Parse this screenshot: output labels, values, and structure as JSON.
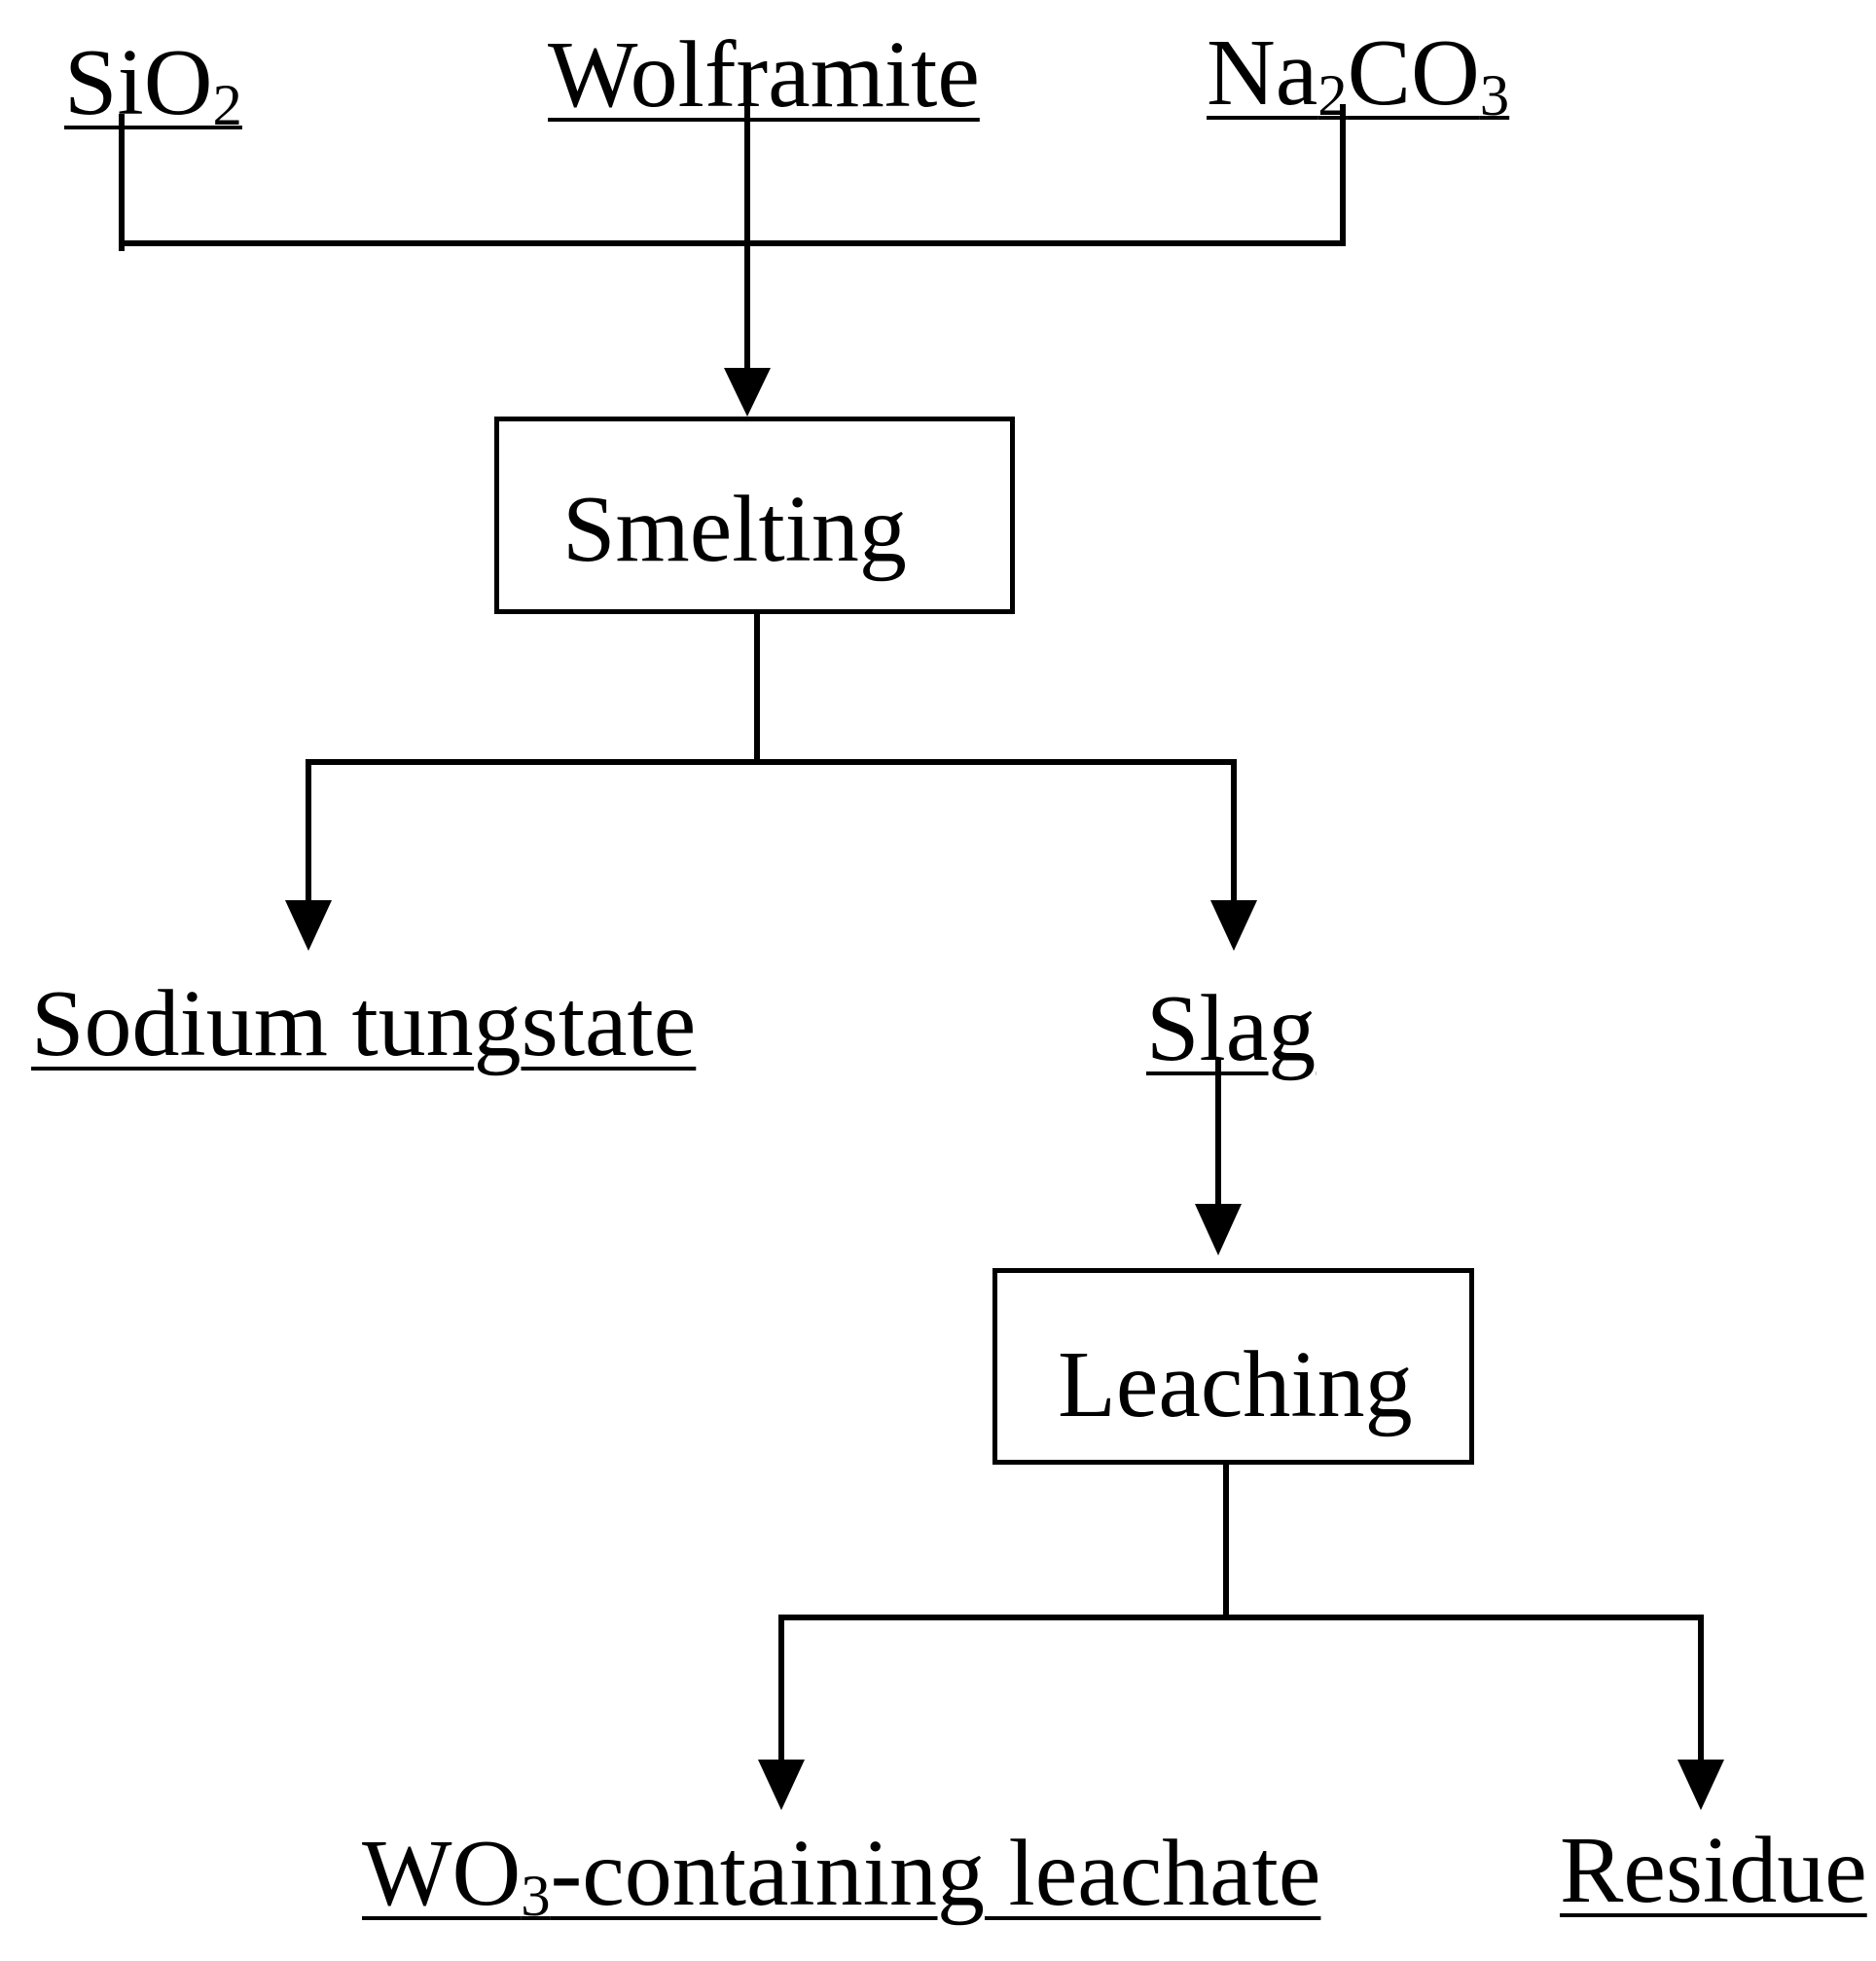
{
  "inputs": {
    "sio2": {
      "main": "SiO",
      "sub": "2"
    },
    "wolframite": "Wolframite",
    "na2co3": {
      "a": "Na",
      "b": "2",
      "c": "CO",
      "d": "3"
    }
  },
  "steps": {
    "smelting": "Smelting",
    "leaching": "Leaching"
  },
  "products": {
    "sodium_tungstate": "Sodium tungstate",
    "slag": "Slag",
    "leachate": {
      "a": "WO",
      "b": "3",
      "c": "-containing leachate"
    },
    "residue": "Residue"
  }
}
